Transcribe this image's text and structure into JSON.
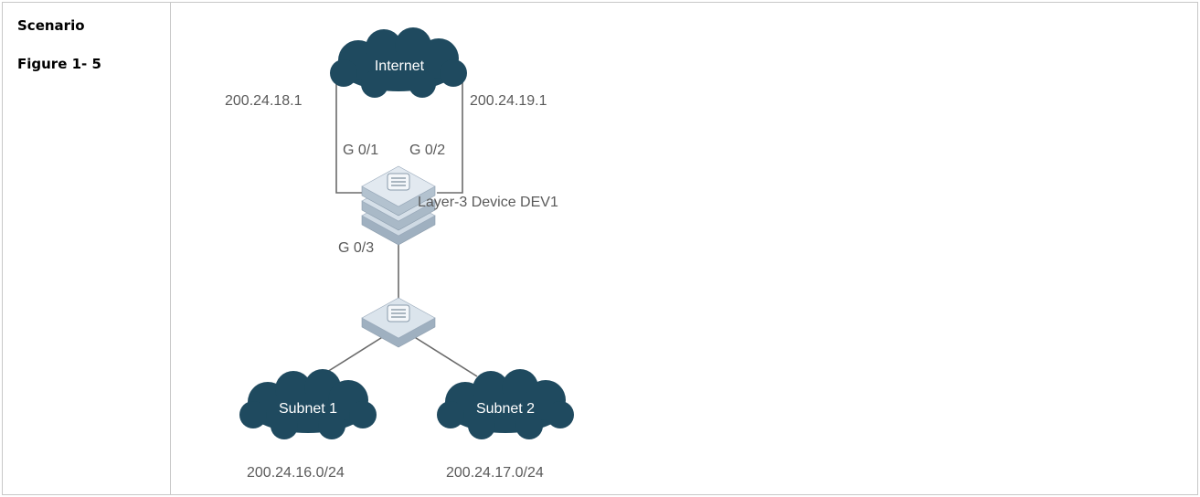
{
  "labels": {
    "scenario": "Scenario",
    "figure": "Figure 1- 5"
  },
  "diagram": {
    "clouds": {
      "internet": "Internet",
      "subnet1": "Subnet 1",
      "subnet2": "Subnet 2"
    },
    "addresses": {
      "isp1": "200.24.18.1",
      "isp2": "200.24.19.1",
      "subnet1": "200.24.16.0/24",
      "subnet2": "200.24.17.0/24"
    },
    "ports": {
      "g01": "G 0/1",
      "g02": "G 0/2",
      "g03": "G 0/3"
    },
    "device_label": "Layer-3 Device DEV1",
    "colors": {
      "cloud": "#1f4a5f",
      "device_top": "#dbe4ec",
      "device_side": "#a9b9c7",
      "line": "#6b6b6b",
      "text": "#5a5a5a"
    }
  }
}
